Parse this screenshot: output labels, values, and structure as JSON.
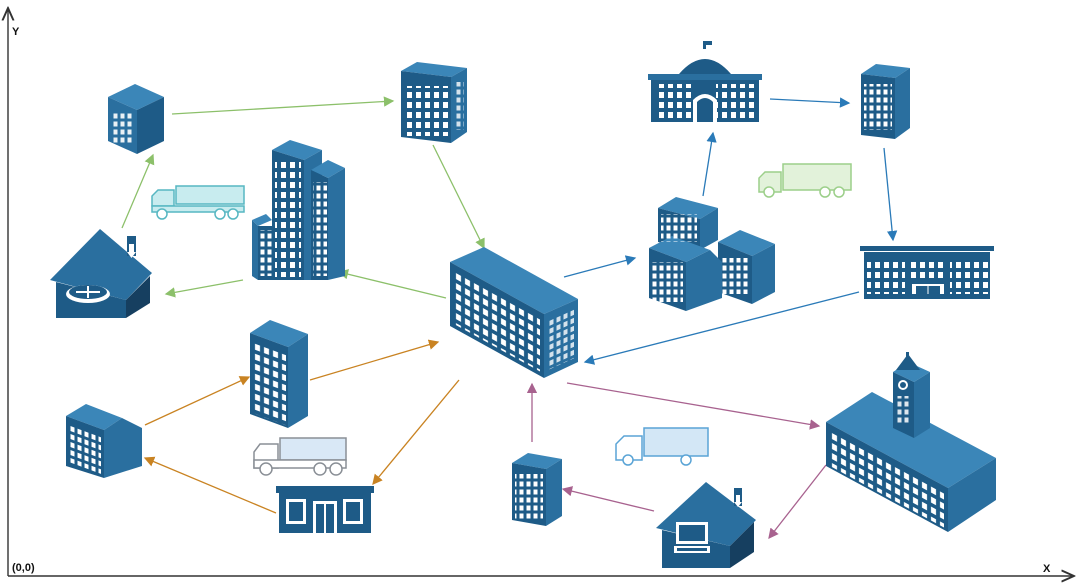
{
  "axes": {
    "x_label": "X",
    "y_label": "Y",
    "origin_label": "(0,0)"
  },
  "colors": {
    "building_dark": "#1e5b87",
    "building_mid": "#2a6f9f",
    "building_light": "#3b86b8",
    "window": "#ffffff",
    "route_green": "#8cc06a",
    "route_blue": "#2a7ab8",
    "route_orange": "#c98322",
    "route_purple": "#a8628f",
    "truck_teal": "#57b7c2",
    "truck_green": "#9ccf8a",
    "truck_blue": "#5aa4d6",
    "truck_gray": "#8a8f96",
    "axis": "#333333"
  },
  "icons": [
    "small-cube-building-icon",
    "corner-tower-building-icon",
    "capitol-building-icon",
    "narrow-tower-building-icon",
    "router-house-icon",
    "skyscraper-cluster-icon",
    "central-office-building-icon",
    "block-cluster-building-icon",
    "colonnade-building-icon",
    "tall-tower-building-icon",
    "small-office-building-icon",
    "shop-building-icon",
    "clock-tower-building-icon",
    "computer-house-icon",
    "small-tower-building-icon",
    "delivery-truck-icon"
  ]
}
